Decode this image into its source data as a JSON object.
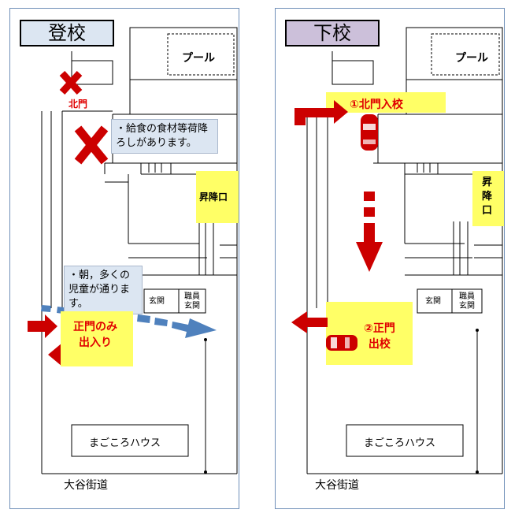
{
  "left": {
    "title": "登校",
    "pool": "プール",
    "north_gate": "北門",
    "note_delivery": "・給食の食材等荷降ろしがあります。",
    "entrance_stair": "昇降口",
    "note_morning": "・朝，多くの児童が通ります。",
    "front_door": "玄関",
    "staff_door_1": "職員",
    "staff_door_2": "玄関",
    "main_gate_1": "正門のみ",
    "main_gate_2": "出入り",
    "magokoro": "まごころハウス",
    "road": "大谷街道"
  },
  "right": {
    "title": "下校",
    "pool": "プール",
    "step1": "①北門入校",
    "entrance_stair": "昇降口",
    "front_door": "玄関",
    "staff_door_1": "職員",
    "staff_door_2": "玄関",
    "step2_1": "②正門",
    "step2_2": "出校",
    "magokoro": "まごころハウス",
    "road": "大谷街道"
  },
  "colors": {
    "arrow_red": "#cc0000",
    "arrow_blue": "#4f81bd",
    "highlight": "#ffff66",
    "left_title_bg": "#dce6f2",
    "right_title_bg": "#ccc0da"
  }
}
